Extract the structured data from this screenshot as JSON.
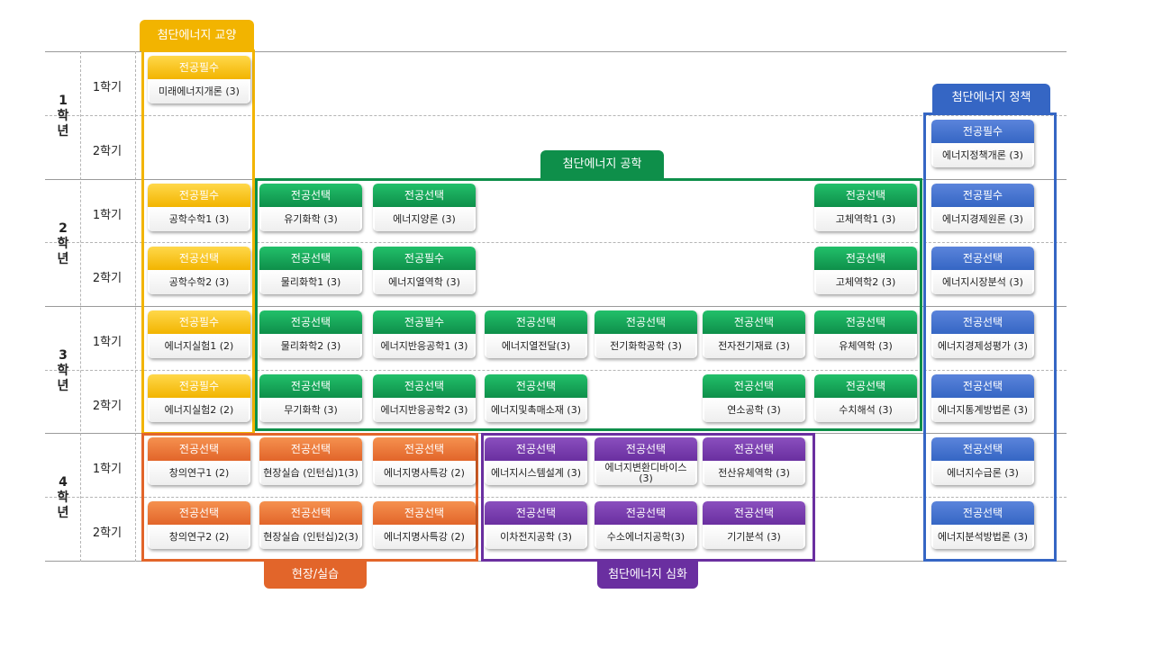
{
  "groups": [
    {
      "id": "culture",
      "label": "첨단에너지 교양",
      "color": "#f2b400"
    },
    {
      "id": "policy",
      "label": "첨단에너지 정책",
      "color": "#3566c4"
    },
    {
      "id": "engineering",
      "label": "첨단에너지 공학",
      "color": "#0e8f4a"
    },
    {
      "id": "field",
      "label": "현장/실습",
      "color": "#e2652a"
    },
    {
      "id": "advanced",
      "label": "첨단에너지 심화",
      "color": "#6a2fa0"
    }
  ],
  "year_rows": [
    {
      "label": [
        "1",
        "학",
        "년"
      ]
    },
    {
      "label": [
        "2",
        "학",
        "년"
      ]
    },
    {
      "label": [
        "3",
        "학",
        "년"
      ]
    },
    {
      "label": [
        "4",
        "학",
        "년"
      ]
    }
  ],
  "semester_labels": [
    "1학기",
    "2학기",
    "1학기",
    "2학기",
    "1학기",
    "2학기",
    "1학기",
    "2학기"
  ],
  "courses": [
    {
      "group": "culture",
      "type": "전공필수",
      "name": "미래에너지개론 (3)",
      "row": 0,
      "col": 0
    },
    {
      "group": "culture",
      "type": "전공필수",
      "name": "공학수학1 (3)",
      "row": 2,
      "col": 0
    },
    {
      "group": "culture",
      "type": "전공선택",
      "name": "공학수학2 (3)",
      "row": 3,
      "col": 0
    },
    {
      "group": "culture",
      "type": "전공필수",
      "name": "에너지실험1 (2)",
      "row": 4,
      "col": 0
    },
    {
      "group": "culture",
      "type": "전공필수",
      "name": "에너지실험2 (2)",
      "row": 5,
      "col": 0
    },
    {
      "group": "policy",
      "type": "전공필수",
      "name": "에너지정책개론 (3)",
      "row": 1,
      "col": 7
    },
    {
      "group": "policy",
      "type": "전공필수",
      "name": "에너지경제원론 (3)",
      "row": 2,
      "col": 7
    },
    {
      "group": "policy",
      "type": "전공선택",
      "name": "에너지시장분석 (3)",
      "row": 3,
      "col": 7
    },
    {
      "group": "policy",
      "type": "전공선택",
      "name": "에너지경제성평가 (3)",
      "row": 4,
      "col": 7
    },
    {
      "group": "policy",
      "type": "전공선택",
      "name": "에너지통계방법론 (3)",
      "row": 5,
      "col": 7
    },
    {
      "group": "policy",
      "type": "전공선택",
      "name": "에너지수급론 (3)",
      "row": 6,
      "col": 7
    },
    {
      "group": "policy",
      "type": "전공선택",
      "name": "에너지분석방법론 (3)",
      "row": 7,
      "col": 7
    },
    {
      "group": "engineering",
      "type": "전공선택",
      "name": "유기화학 (3)",
      "row": 2,
      "col": 1
    },
    {
      "group": "engineering",
      "type": "전공선택",
      "name": "에너지양론 (3)",
      "row": 2,
      "col": 2
    },
    {
      "group": "engineering",
      "type": "전공선택",
      "name": "고체역학1 (3)",
      "row": 2,
      "col": 6
    },
    {
      "group": "engineering",
      "type": "전공선택",
      "name": "물리화학1 (3)",
      "row": 3,
      "col": 1
    },
    {
      "group": "engineering",
      "type": "전공필수",
      "name": "에너지열역학 (3)",
      "row": 3,
      "col": 2
    },
    {
      "group": "engineering",
      "type": "전공선택",
      "name": "고체역학2 (3)",
      "row": 3,
      "col": 6
    },
    {
      "group": "engineering",
      "type": "전공선택",
      "name": "물리화학2 (3)",
      "row": 4,
      "col": 1
    },
    {
      "group": "engineering",
      "type": "전공필수",
      "name": "에너지반응공학1 (3)",
      "row": 4,
      "col": 2
    },
    {
      "group": "engineering",
      "type": "전공선택",
      "name": "에너지열전달(3)",
      "row": 4,
      "col": 3
    },
    {
      "group": "engineering",
      "type": "전공선택",
      "name": "전기화학공학 (3)",
      "row": 4,
      "col": 4
    },
    {
      "group": "engineering",
      "type": "전공선택",
      "name": "전자전기재료 (3)",
      "row": 4,
      "col": 5
    },
    {
      "group": "engineering",
      "type": "전공선택",
      "name": "유체역학 (3)",
      "row": 4,
      "col": 6
    },
    {
      "group": "engineering",
      "type": "전공선택",
      "name": "무기화학 (3)",
      "row": 5,
      "col": 1
    },
    {
      "group": "engineering",
      "type": "전공선택",
      "name": "에너지반응공학2 (3)",
      "row": 5,
      "col": 2
    },
    {
      "group": "engineering",
      "type": "전공선택",
      "name": "에너지및촉매소재 (3)",
      "row": 5,
      "col": 3
    },
    {
      "group": "engineering",
      "type": "전공선택",
      "name": "연소공학 (3)",
      "row": 5,
      "col": 5
    },
    {
      "group": "engineering",
      "type": "전공선택",
      "name": "수치해석 (3)",
      "row": 5,
      "col": 6
    },
    {
      "group": "field",
      "type": "전공선택",
      "name": "창의연구1 (2)",
      "row": 6,
      "col": 0
    },
    {
      "group": "field",
      "type": "전공선택",
      "name": "현장실습 (인턴십)1(3)",
      "row": 6,
      "col": 1
    },
    {
      "group": "field",
      "type": "전공선택",
      "name": "에너지명사특강 (2)",
      "row": 6,
      "col": 2
    },
    {
      "group": "field",
      "type": "전공선택",
      "name": "창의연구2 (2)",
      "row": 7,
      "col": 0
    },
    {
      "group": "field",
      "type": "전공선택",
      "name": "현장실습 (인턴십)2(3)",
      "row": 7,
      "col": 1
    },
    {
      "group": "field",
      "type": "전공선택",
      "name": "에너지명사특강 (2)",
      "row": 7,
      "col": 2
    },
    {
      "group": "advanced",
      "type": "전공선택",
      "name": "에너지시스템설계 (3)",
      "row": 6,
      "col": 3
    },
    {
      "group": "advanced",
      "type": "전공선택",
      "name": "에너지변환디바이스 (3)",
      "row": 6,
      "col": 4
    },
    {
      "group": "advanced",
      "type": "전공선택",
      "name": "전산유체역학 (3)",
      "row": 6,
      "col": 5
    },
    {
      "group": "advanced",
      "type": "전공선택",
      "name": "이차전지공학 (3)",
      "row": 7,
      "col": 3
    },
    {
      "group": "advanced",
      "type": "전공선택",
      "name": "수소에너지공학(3)",
      "row": 7,
      "col": 4
    },
    {
      "group": "advanced",
      "type": "전공선택",
      "name": "기기분석 (3)",
      "row": 7,
      "col": 5
    }
  ]
}
